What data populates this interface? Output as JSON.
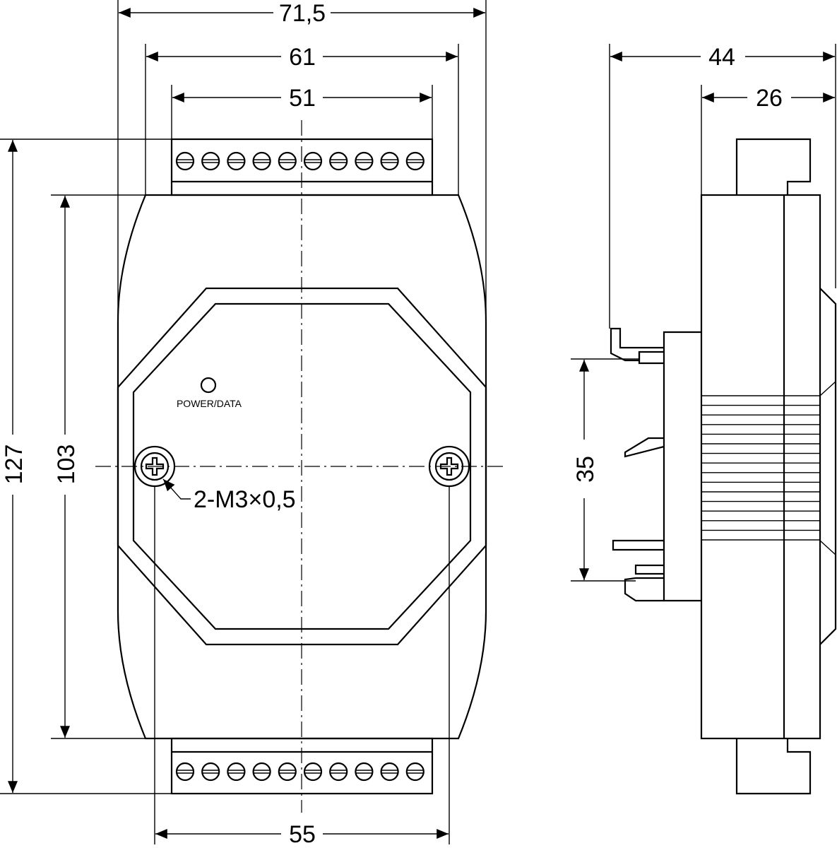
{
  "dimensions": {
    "overall_width": "71,5",
    "body_width": "61",
    "terminal_width": "51",
    "mount_spacing": "55",
    "overall_height": "127",
    "body_height": "103",
    "depth_total": "44",
    "depth_body": "26",
    "din_rail": "35"
  },
  "labels": {
    "screw_note": "2-M3×0,5",
    "led_label": "POWER/DATA"
  },
  "terminal_count_per_row": 10
}
